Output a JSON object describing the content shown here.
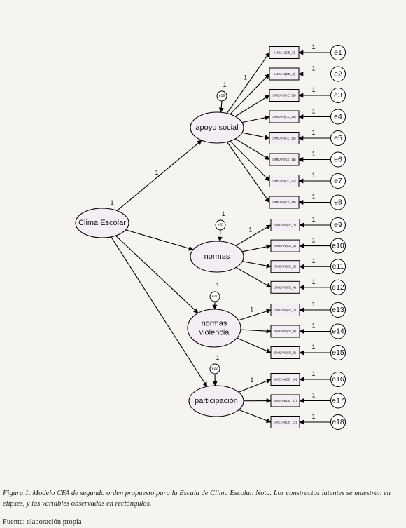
{
  "diagram": {
    "second_order": {
      "label": "Clima Escolar",
      "variance_label": "1"
    },
    "factors": [
      {
        "label_lines": [
          "apoyo social"
        ],
        "residual": "e19",
        "residual_weight": "1",
        "loading": "1",
        "indicators": [
          {
            "label": "SMEAN(CE_5)",
            "error": "e1",
            "weight": "1"
          },
          {
            "label": "SMEAN(CE_6)",
            "error": "e2",
            "weight": "1"
          },
          {
            "label": "SMEAN(CE_13)",
            "error": "e3",
            "weight": "1"
          },
          {
            "label": "SMEAN(CE_14)",
            "error": "e4",
            "weight": "1"
          },
          {
            "label": "SMEAN(CE_15)",
            "error": "e5",
            "weight": "1"
          },
          {
            "label": "SMEAN(CE_16)",
            "error": "e6",
            "weight": "1"
          },
          {
            "label": "SMEAN(CE_17)",
            "error": "e7",
            "weight": "1"
          },
          {
            "label": "SMEAN(CE_18)",
            "error": "e8",
            "weight": "1"
          }
        ]
      },
      {
        "label_lines": [
          "normas"
        ],
        "residual": "e20",
        "residual_weight": "1",
        "loading": "1",
        "indicators": [
          {
            "label": "SMEAN(CE_1)",
            "error": "e9",
            "weight": "1"
          },
          {
            "label": "SMEAN(CE_2)",
            "error": "e10",
            "weight": "1"
          },
          {
            "label": "SMEAN(CE_3)",
            "error": "e11",
            "weight": "1"
          },
          {
            "label": "SMEAN(CE_4)",
            "error": "e12",
            "weight": "1"
          }
        ]
      },
      {
        "label_lines": [
          "normas",
          "violencia"
        ],
        "residual": "e21",
        "residual_weight": "1",
        "loading": "1",
        "indicators": [
          {
            "label": "SMEAN(CE_7)",
            "error": "e13",
            "weight": "1"
          },
          {
            "label": "SMEAN(CE_8)",
            "error": "e14",
            "weight": "1"
          },
          {
            "label": "SMEAN(CE_9)",
            "error": "e15",
            "weight": "1"
          }
        ]
      },
      {
        "label_lines": [
          "participación"
        ],
        "residual": "e22",
        "residual_weight": "1",
        "loading": "1",
        "indicators": [
          {
            "label": "SMEAN(CE_10)",
            "error": "e16",
            "weight": "1"
          },
          {
            "label": "SMEAN(CE_11)",
            "error": "e17",
            "weight": "1"
          },
          {
            "label": "SMEAN(CE_12)",
            "error": "e18",
            "weight": "1"
          }
        ]
      }
    ],
    "second_order_loading": "1"
  },
  "caption": {
    "main": "Figura 1. Modelo CFA de segundo orden propuesto para la Escala de Clima Escolar. Nota. Los constructos latentes se muestran en elipses, y las variables observadas en rectángulos.",
    "source": "Fuente: elaboración propia"
  }
}
